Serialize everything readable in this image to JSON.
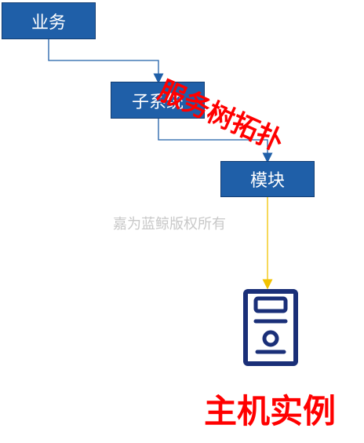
{
  "nodes": {
    "business": "业务",
    "subsystem": "子系统",
    "module": "模块"
  },
  "labels": {
    "topology_title": "服务树拓扑",
    "watermark": "嘉为蓝鲸版权所有",
    "instance_title": "主机实例"
  },
  "colors": {
    "node_fill": "#1f5fa8",
    "node_border": "#123d73",
    "connector_blue": "#1f5fa8",
    "connector_yellow": "#f2c200",
    "accent_red": "#ff0000",
    "server_icon": "#1a2f78"
  },
  "icons": {
    "server": "server-icon"
  }
}
